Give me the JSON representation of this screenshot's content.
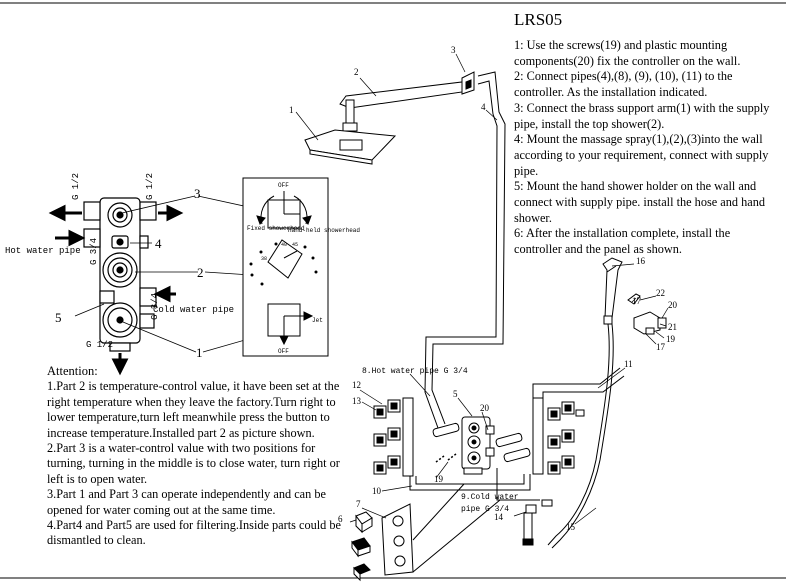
{
  "model": "LRS05",
  "instructions": [
    "1: Use the screws(19) and plastic mounting components(20) fix the controller on the wall.",
    "2: Connect pipes(4),(8), (9), (10), (11) to the controller. As the installation indicated.",
    "3: Connect the brass support arm(1) with the supply pipe, install the top shower(2).",
    "4: Mount the massage spray(1),(2),(3)into the wall according to your requirement, connect with supply pipe.",
    "5: Mount the hand shower holder on the wall and connect with supply pipe. install the hose and hand shower.",
    "6: After  the installation complete, install the controller and the panel as shown."
  ],
  "attention": {
    "title": "Attention:",
    "items": [
      "1.Part 2 is temperature-control value, it have been set at the right temperature when they leave the factory.Turn right to lower temperature,turn left meanwhile press the button to increase temperature.Installed part 2 as picture shown.",
      "2.Part 3 is a water-control value with two positions for turning, turning in the middle is to close water, turn right or left is to open water.",
      "3.Part 1 and Part 3 can operate independently and can be opened for water coming out at the same time.",
      "4.Part4 and Part5 are used for filtering.Inside parts could be dismantled to clean."
    ]
  },
  "valve_labels": {
    "g_half_left": "G 1/2",
    "g_half_right": "G 1/2",
    "g_34_left": "G 3/4",
    "g_34_right": "G 3/4",
    "g_half_bottom": "G 1/2",
    "hot_water_pipe": "Hot water pipe",
    "cold_water_pipe": "Cold water pipe"
  },
  "callouts_left": {
    "p3": "3",
    "p4": "4",
    "p2": "2",
    "p5": "5",
    "p1": "1"
  },
  "dial_labels": {
    "off_top": "OFF",
    "fixed_showerhead": "Fixed showerhead",
    "hand_held_showerhead": "Hand-held showerhead",
    "off_bottom": "OFF",
    "jet": "Jet",
    "scale": [
      "40",
      "38",
      "45"
    ]
  },
  "parts_right": {
    "p1": "1",
    "p2": "2",
    "p3": "3",
    "p4": "4",
    "p5": "5",
    "p6": "6",
    "p7": "7",
    "p8": "8.Hot water pipe G 3/4",
    "p9a": "9.Cold water",
    "p9b": "pipe G 3/4",
    "p10": "10",
    "p11": "11",
    "p12": "12",
    "p13": "13",
    "p14": "14",
    "p15": "15",
    "p16": "16",
    "p17a": "17",
    "p17b": "17",
    "p19a": "19",
    "p19b": "19",
    "p20a": "20",
    "p20b": "20",
    "p21": "21",
    "p22": "22"
  }
}
